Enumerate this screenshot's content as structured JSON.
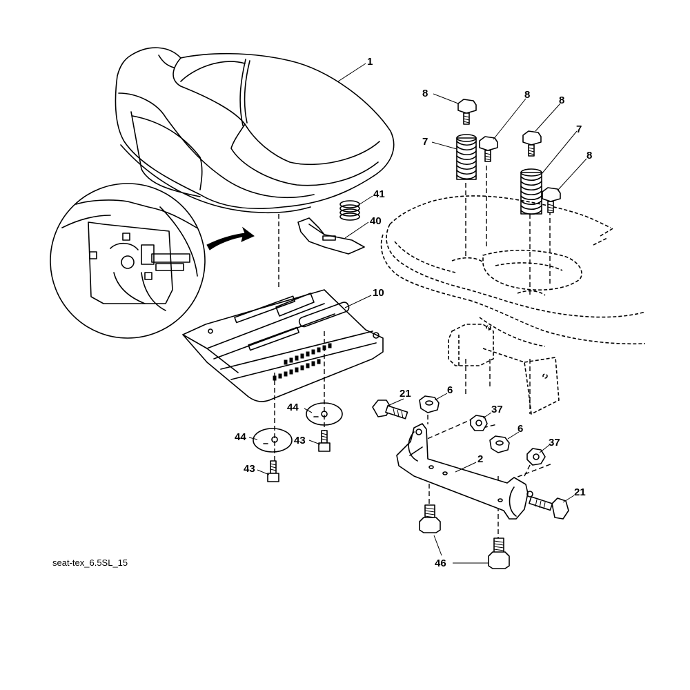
{
  "caption": "seat-tex_6.5SL_15",
  "callouts": [
    {
      "id": "c1",
      "text": "1"
    },
    {
      "id": "c8a",
      "text": "8"
    },
    {
      "id": "c8b",
      "text": "8"
    },
    {
      "id": "c8c",
      "text": "8"
    },
    {
      "id": "c8d",
      "text": "8"
    },
    {
      "id": "c7a",
      "text": "7"
    },
    {
      "id": "c7b",
      "text": "7"
    },
    {
      "id": "c41",
      "text": "41"
    },
    {
      "id": "c40",
      "text": "40"
    },
    {
      "id": "c10",
      "text": "10"
    },
    {
      "id": "c21a",
      "text": "21"
    },
    {
      "id": "c6a",
      "text": "6"
    },
    {
      "id": "c37a",
      "text": "37"
    },
    {
      "id": "c6b",
      "text": "6"
    },
    {
      "id": "c37b",
      "text": "37"
    },
    {
      "id": "c2",
      "text": "2"
    },
    {
      "id": "c21b",
      "text": "21"
    },
    {
      "id": "c44a",
      "text": "44"
    },
    {
      "id": "c44b",
      "text": "44"
    },
    {
      "id": "c43a",
      "text": "43"
    },
    {
      "id": "c43b",
      "text": "43"
    },
    {
      "id": "c46",
      "text": "46"
    }
  ]
}
